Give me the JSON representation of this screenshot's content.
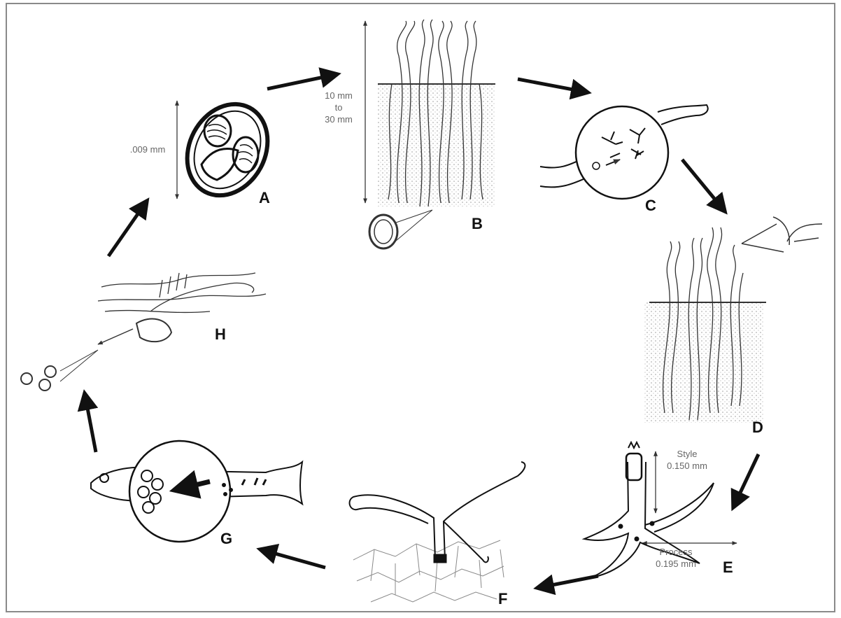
{
  "stages": {
    "a": "A",
    "b": "B",
    "c": "C",
    "d": "D",
    "e": "E",
    "f": "F",
    "g": "G",
    "h": "H"
  },
  "measurements": {
    "spore_size": ".009 mm",
    "worm_length_line1": "10 mm",
    "worm_length_line2": "to",
    "worm_length_line3": "30 mm",
    "style_label": "Style",
    "style_size": "0.150 mm",
    "process_label": "Process",
    "process_size": "0.195 mm"
  },
  "colors": {
    "ink": "#111111",
    "label_gray": "#666666",
    "frame": "#8a8a8a",
    "stipple": "#9a9a9a"
  }
}
